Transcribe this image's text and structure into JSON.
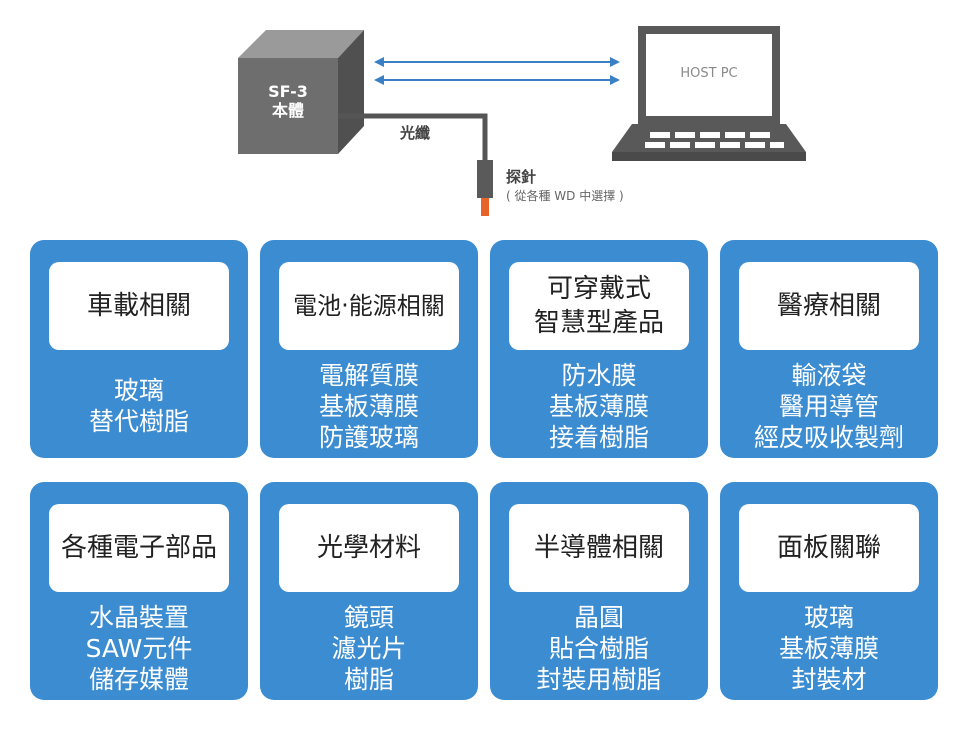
{
  "device": {
    "line1": "SF-3",
    "line2": "本體"
  },
  "host": {
    "label": "HOST PC"
  },
  "fiber": {
    "label": "光纖"
  },
  "probe": {
    "label": "探針",
    "note": "( 從各種 WD 中選擇 )"
  },
  "cards": [
    {
      "title": [
        "車載相關"
      ],
      "items": [
        "玻璃",
        "替代樹脂"
      ]
    },
    {
      "title": [
        "電池‧能源相關"
      ],
      "items": [
        "電解質膜",
        "基板薄膜",
        "防護玻璃"
      ]
    },
    {
      "title": [
        "可穿戴式",
        "智慧型產品"
      ],
      "items": [
        "防水膜",
        "基板薄膜",
        "接着樹脂"
      ]
    },
    {
      "title": [
        "醫療相關"
      ],
      "items": [
        "輸液袋",
        "醫用導管",
        "經皮吸收製劑"
      ]
    },
    {
      "title": [
        "各種電子部品"
      ],
      "items": [
        "水晶裝置",
        "SAW元件",
        "儲存媒體"
      ]
    },
    {
      "title": [
        "光學材料"
      ],
      "items": [
        "鏡頭",
        "濾光片",
        "樹脂"
      ]
    },
    {
      "title": [
        "半導體相關"
      ],
      "items": [
        "晶圓",
        "貼合樹脂",
        "封裝用樹脂"
      ]
    },
    {
      "title": [
        "面板關聯"
      ],
      "items": [
        "玻璃",
        "基板薄膜",
        "封裝材"
      ]
    }
  ],
  "colors": {
    "card": "#3b8cd0",
    "device": "#6e6e6e",
    "laptop": "#595959",
    "arrow": "#3b7fc4",
    "probe_tip": "#e8632a"
  }
}
